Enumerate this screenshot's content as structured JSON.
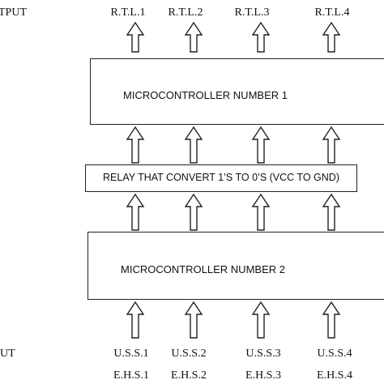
{
  "output_label": "TPUT",
  "input_label": "UT",
  "rtl_labels": [
    "R.T.L.1",
    "R.T.L.2",
    "R.T.L.3",
    "R.T.L.4"
  ],
  "microcontroller_1": "MICROCONTROLLER NUMBER 1",
  "relay": "RELAY THAT CONVERT 1’S TO 0’S (VCC TO GND)",
  "microcontroller_2": "MICROCONTROLLER NUMBER 2",
  "uss_labels": [
    "U.S.S.1",
    "U.S.S.2",
    "U.S.S.3",
    "U.S.S.4"
  ],
  "ehs_labels": [
    "E.H.S.1",
    "E.H.S.2",
    "E.H.S.3",
    "E.H.S.4"
  ]
}
